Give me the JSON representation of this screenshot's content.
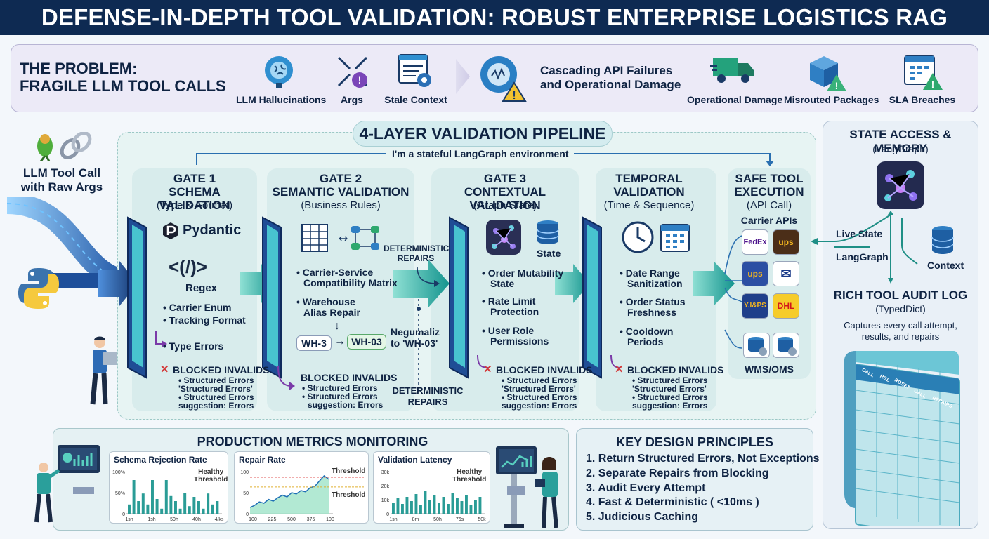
{
  "title": "DEFENSE-IN-DEPTH TOOL VALIDATION: ROBUST ENTERPRISE LOGISTICS RAG",
  "problem": {
    "title_line1": "THE PROBLEM:",
    "title_line2": "FRAGILE LLM TOOL CALLS",
    "causes": [
      "LLM Hallucinations",
      "Args",
      "Stale Context"
    ],
    "cascade_line1": "Cascading API Failures",
    "cascade_line2": "and Operational Damage",
    "impacts": [
      "Operational Damage",
      "Misrouted Packages",
      "SLA Breaches"
    ]
  },
  "input": {
    "line1": "LLM Tool Call",
    "line2": "with Raw Args"
  },
  "pipeline": {
    "title": "4-LAYER VALIDATION PIPELINE",
    "env_label": "I'm a stateful LangGraph environment",
    "gate1": {
      "line1": "GATE 1",
      "line2": "SCHEMA VALIDATION",
      "sub": "(Type & Format)",
      "lib": "Pydantic",
      "regex_sym": "<(/)>",
      "regex": "Regex",
      "checks": [
        "Carrier Enum",
        "Tracking Format"
      ],
      "type_errors": "Type Errors",
      "blocked": "BLOCKED INVALIDS",
      "errors": [
        "Structured Errors",
        "'Structured Errors'",
        "Structured Errors",
        "suggestion: Errors"
      ]
    },
    "gate2": {
      "line1": "GATE 2",
      "line2": "SEMANTIC VALIDATION",
      "sub": "(Business Rules)",
      "check1_l1": "Carrier-Service",
      "check1_l2": "Compatibility Matrix",
      "check2_l1": "Warehouse",
      "check2_l2": "Alias Repair",
      "alias_from": "WH-3",
      "alias_to": "WH-03",
      "blocked": "BLOCKED INVALIDS",
      "errors": [
        "Structured Errors",
        "Structured Errors",
        "suggestion: Errors"
      ]
    },
    "repairs": {
      "top_l1": "DETERMINISTIC",
      "top_l2": "REPAIRS",
      "normalize_l1": "Negumaliz",
      "normalize_l2": "to 'WH-03'",
      "bottom_l1": "DETERMINISTIC",
      "bottom_l2": "REPAIRS"
    },
    "gate3": {
      "line1": "GATE 3",
      "line2": "CONTEXTUAL VALIDATION",
      "sub": "(Graph State)",
      "state": "State",
      "checks": [
        [
          "Order Mutability",
          "State"
        ],
        [
          "Rate Limit",
          "Protection"
        ],
        [
          "User Role",
          "Permissions"
        ]
      ],
      "blocked": "BLOCKED INVALIDS",
      "errors": [
        "Structured Errors",
        "'Structured Errors'",
        "Structured Errors",
        "suggestion: Errors"
      ]
    },
    "temporal": {
      "line1": "TEMPORAL",
      "line2": "VALIDATION",
      "sub": "(Time & Sequence)",
      "checks": [
        [
          "Date Range",
          "Sanitization"
        ],
        [
          "Order Status",
          "Freshness"
        ],
        [
          "Cooldown",
          "Periods"
        ]
      ],
      "blocked": "BLOCKED INVALIDS",
      "errors": [
        "Structured Errors",
        "'Structured Errors'",
        "Structured Errors",
        "suggestion: Errors"
      ]
    },
    "safe": {
      "line1": "SAFE TOOL",
      "line2": "EXECUTION",
      "sub": "(API Call)",
      "carrier_apis": "Carrier APIs",
      "carriers": [
        "FedEx",
        "ups",
        "ups",
        "✉",
        "Y.I&PS",
        "DHL"
      ],
      "wms": "WMS/OMS"
    }
  },
  "state_panel": {
    "title": "STATE ACCESS & MEMORY",
    "sub": "(LangGraph)",
    "live_state": "Live State",
    "langgraph": "LangGraph",
    "context": "Context",
    "audit_title": "RICH TOOL AUDIT LOG",
    "audit_sub": "(TypedDict)",
    "audit_desc_l1": "Captures every call attempt,",
    "audit_desc_l2": "results, and repairs",
    "log_cols": [
      "CALL",
      "RGL",
      "ROSET",
      "CALL",
      "REPAIRS"
    ]
  },
  "metrics": {
    "title": "PRODUCTION METRICS MONITORING",
    "healthy_l1": "Healthy",
    "healthy_l2": "Threshold",
    "threshold": "Threshold"
  },
  "chart_data": [
    {
      "type": "bar",
      "title": "Schema Rejection Rate",
      "ytick_labels": [
        "100%",
        "50%",
        "0"
      ],
      "xtick_labels": [
        "1sn",
        "1sh",
        "50h",
        "40h",
        "4/ks"
      ],
      "values": [
        22,
        80,
        30,
        48,
        22,
        80,
        35,
        12,
        80,
        42,
        30,
        12,
        50,
        18,
        40,
        30,
        12,
        48,
        22,
        30
      ],
      "ylim": [
        0,
        100
      ],
      "annotations": [
        "Healthy",
        "Threshold"
      ]
    },
    {
      "type": "area",
      "title": "Repair Rate",
      "ytick_labels": [
        "100",
        "50",
        "0"
      ],
      "xtick_labels": [
        "100",
        "225",
        "500",
        "375",
        "100"
      ],
      "values": [
        15,
        20,
        28,
        25,
        34,
        30,
        38,
        44,
        40,
        50,
        47,
        55,
        52,
        62,
        65,
        78,
        90,
        82
      ],
      "ylim": [
        0,
        100
      ],
      "annotations": [
        "Threshold",
        "Threshold"
      ]
    },
    {
      "type": "bar",
      "title": "Validation Latency",
      "ytick_labels": [
        "30k",
        "20k",
        "10k",
        "0"
      ],
      "xtick_labels": [
        "1sn",
        "8m",
        "50h",
        "76s",
        "50k"
      ],
      "values": [
        8,
        11,
        7,
        12,
        9,
        14,
        6,
        16,
        10,
        13,
        8,
        12,
        7,
        15,
        11,
        9,
        13,
        6,
        10,
        12
      ],
      "ylim": [
        0,
        30
      ],
      "annotations": [
        "Healthy",
        "Threshold"
      ]
    }
  ],
  "principles": {
    "title": "KEY DESIGN PRINCIPLES",
    "items": [
      "1. Return Structured Errors, Not Exceptions",
      "2. Separate Repairs from Blocking",
      "3. Audit Every Attempt",
      "4. Fast & Deterministic ( <10ms )",
      "5. Judicious Caching"
    ]
  },
  "colors": {
    "navy": "#0e2a52",
    "teal": "#22a3a0",
    "blue": "#1f5fb0",
    "red": "#d33a3a",
    "lavender": "#eceaf7"
  }
}
